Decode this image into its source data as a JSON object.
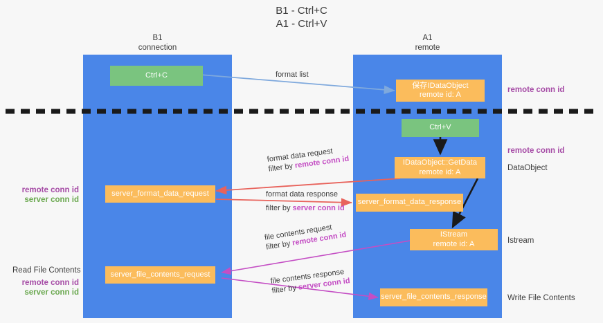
{
  "diagram": {
    "title_line1": "B1 - Ctrl+C",
    "title_line2": "A1 - Ctrl+V",
    "columns": [
      {
        "name": "B1",
        "role": "connection"
      },
      {
        "name": "A1",
        "role": "remote"
      }
    ],
    "nodes": {
      "ctrl_c": "Ctrl+C",
      "ctrl_v": "Ctrl+V",
      "save_idataobject_line1": "保存IDataObject",
      "save_idataobject_line2": "remote id: A",
      "getdata_line1": "IDataObject::GetData",
      "getdata_line2": "remote id: A",
      "istream_line1": "IStream",
      "istream_line2": "remote id: A",
      "server_format_data_request": "server_format_data_request",
      "server_format_data_response": "server_format_data_response",
      "server_file_contents_request": "server_file_contents_request",
      "server_file_contents_response": "server_file_contents_response"
    },
    "edges": {
      "format_list": "format list",
      "format_data_request": "format data request",
      "format_data_request_filter_prefix": "filter by ",
      "format_data_request_filter_key": "remote conn id",
      "format_data_response": "format data response",
      "format_data_response_filter_prefix": "filter by ",
      "format_data_response_filter_key": "server conn id",
      "file_contents_request": "file contents request",
      "file_contents_request_filter_prefix": "filter by ",
      "file_contents_request_filter_key": "remote conn id",
      "file_contents_response": "file contents response",
      "file_contents_response_filter_prefix": "filter by ",
      "file_contents_response_filter_key": "server conn id"
    },
    "annotations": {
      "right_remote_conn_id_top": "remote conn id",
      "right_remote_conn_id_mid": "remote conn id",
      "right_dataobject": "DataObject",
      "right_istream": "Istream",
      "right_write_file_contents": "Write File Contents",
      "left_remote_conn_id_mid": "remote conn id",
      "left_server_conn_id_mid": "server conn id",
      "left_read_file_contents": "Read File Contents",
      "left_remote_conn_id_bottom": "remote conn id",
      "left_server_conn_id_bottom": "server conn id"
    },
    "colors": {
      "lane": "#4a86e8",
      "green_node": "#7ac47f",
      "orange_node": "#fbbc5c",
      "purple": "#a64ca6",
      "green_text": "#6aa84f",
      "arrow_blue": "#7fa9dd",
      "arrow_red": "#e8625b",
      "arrow_magenta": "#c44ec4",
      "arrow_black": "#222222",
      "divider": "#1a1a1a",
      "background": "#f7f7f7"
    }
  }
}
